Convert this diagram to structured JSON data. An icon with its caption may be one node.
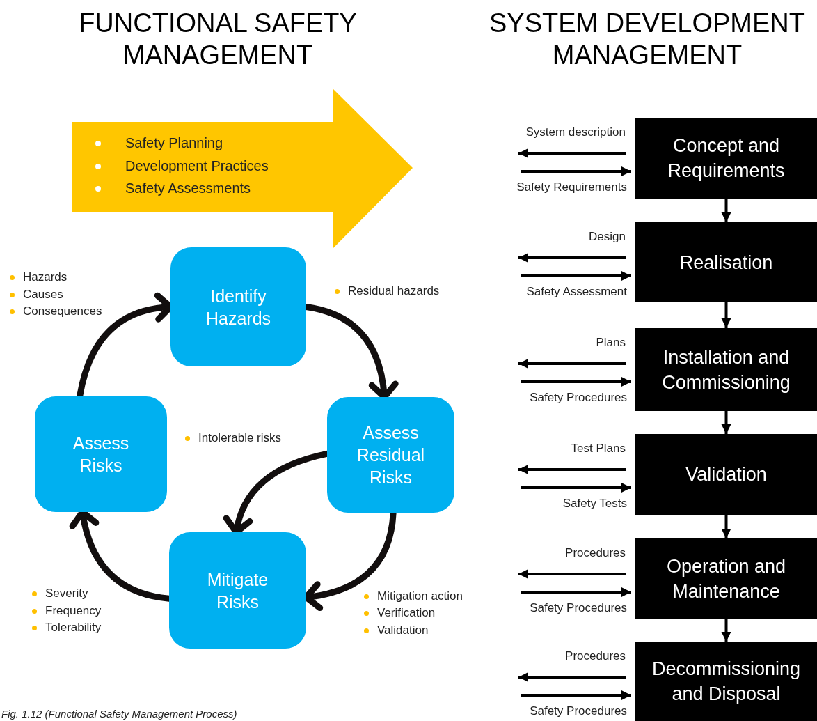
{
  "diagram": {
    "caption": "Fig. 1.12 (Functional Safety Management Process)",
    "nodes": [
      {
        "text": [
          "Safety Planning",
          "Development Practices",
          "Safety Assessments"
        ]
      },
      {
        "text": [
          "Identify Hazards"
        ]
      },
      {
        "text": [
          "Assess Residual Risks"
        ]
      },
      {
        "text": [
          "Mitigate Risks"
        ]
      },
      {
        "text": [
          "Assess Risks"
        ]
      },
      {
        "text": [
          "Concept and Requirements"
        ]
      },
      {
        "text": [
          "Realisation"
        ]
      },
      {
        "text": [
          "Installation and Commissioning"
        ]
      },
      {
        "text": [
          "Validation"
        ]
      },
      {
        "text": [
          "Operation and Maintenance"
        ]
      },
      {
        "text": [
          "Decommissioning and Disposal"
        ]
      }
    ],
    "edges": [
      {
        "from": 4,
        "to": 1,
        "arrow": "to",
        "style": "thick"
      },
      {
        "from": 1,
        "to": 2,
        "arrow": "to",
        "style": "thick"
      },
      {
        "from": 2,
        "to": 3,
        "arrow": "to",
        "style": "thick"
      },
      {
        "from": 2,
        "to": 3,
        "arrow": "to",
        "style": "thick"
      },
      {
        "from": 3,
        "to": 4,
        "arrow": "to",
        "style": "thick"
      },
      {
        "from": 5,
        "to": null,
        "arrow": "to",
        "label": "System description"
      },
      {
        "from": null,
        "to": 5,
        "arrow": "to",
        "label": "Safety Requirements"
      },
      {
        "from": 5,
        "to": 6,
        "arrow": "to"
      },
      {
        "from": 6,
        "to": null,
        "arrow": "to",
        "label": "Design"
      },
      {
        "from": null,
        "to": 6,
        "arrow": "to",
        "label": "Safety Assessment"
      },
      {
        "from": 6,
        "to": 7,
        "arrow": "to"
      },
      {
        "from": 7,
        "to": null,
        "arrow": "to",
        "label": "Plans"
      },
      {
        "from": null,
        "to": 7,
        "arrow": "to",
        "label": "Safety Procedures"
      },
      {
        "from": 7,
        "to": 8,
        "arrow": "to"
      },
      {
        "from": 8,
        "to": null,
        "arrow": "to",
        "label": "Test Plans"
      },
      {
        "from": null,
        "to": 8,
        "arrow": "to",
        "label": "Safety Tests"
      },
      {
        "from": 8,
        "to": 9,
        "arrow": "to"
      },
      {
        "from": 9,
        "to": null,
        "arrow": "to",
        "label": "Procedures"
      },
      {
        "from": null,
        "to": 9,
        "arrow": "to",
        "label": "Safety Procedures"
      },
      {
        "from": 9,
        "to": 10,
        "arrow": "to"
      },
      {
        "from": 10,
        "to": null,
        "arrow": "to",
        "label": "Procedures"
      },
      {
        "from": null,
        "to": 10,
        "arrow": "to",
        "label": "Safety Procedures"
      }
    ],
    "labels": [
      "FUNCTIONAL SAFETY MANAGEMENT",
      "SYSTEM DEVELOPMENT MANAGEMENT",
      "Hazards",
      "Causes",
      "Consequences",
      "Residual hazards",
      "Intolerable risks",
      "Severity",
      "Frequency",
      "Tolerability",
      "Mitigation action",
      "Verification",
      "Validation"
    ]
  }
}
